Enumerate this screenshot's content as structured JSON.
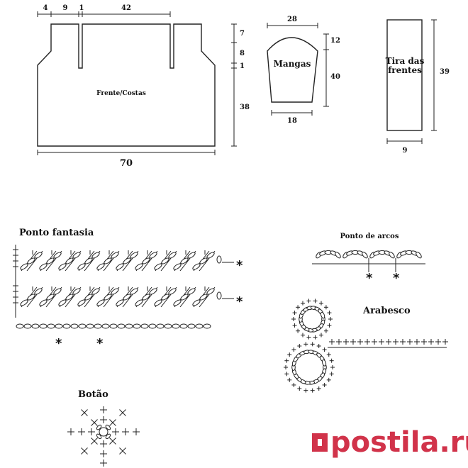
{
  "schema": {
    "body": {
      "label": "Frente/Costas",
      "top_dims": [
        "4",
        "9",
        "1",
        "42"
      ],
      "side_dims": [
        "7",
        "8",
        "1",
        "38"
      ],
      "bottom_dim": "70"
    },
    "sleeve": {
      "label": "Mangas",
      "top_dim": "28",
      "side_dims": [
        "12",
        "40"
      ],
      "bottom_dim": "18"
    },
    "strip": {
      "label_line1": "Tira das",
      "label_line2": "frentes",
      "side_dim": "39",
      "bottom_dim": "9"
    }
  },
  "stitch_charts": {
    "fantasia_title": "Ponto fantasia",
    "arcos_title": "Ponto de arcos",
    "arabesco_title": "Arabesco",
    "botao_title": "Botão",
    "repeat_mark": "*"
  },
  "watermark": {
    "brand_text": "postila.ru",
    "logo_icon": "postila-logo-icon",
    "brand_color": "#d1334a"
  }
}
